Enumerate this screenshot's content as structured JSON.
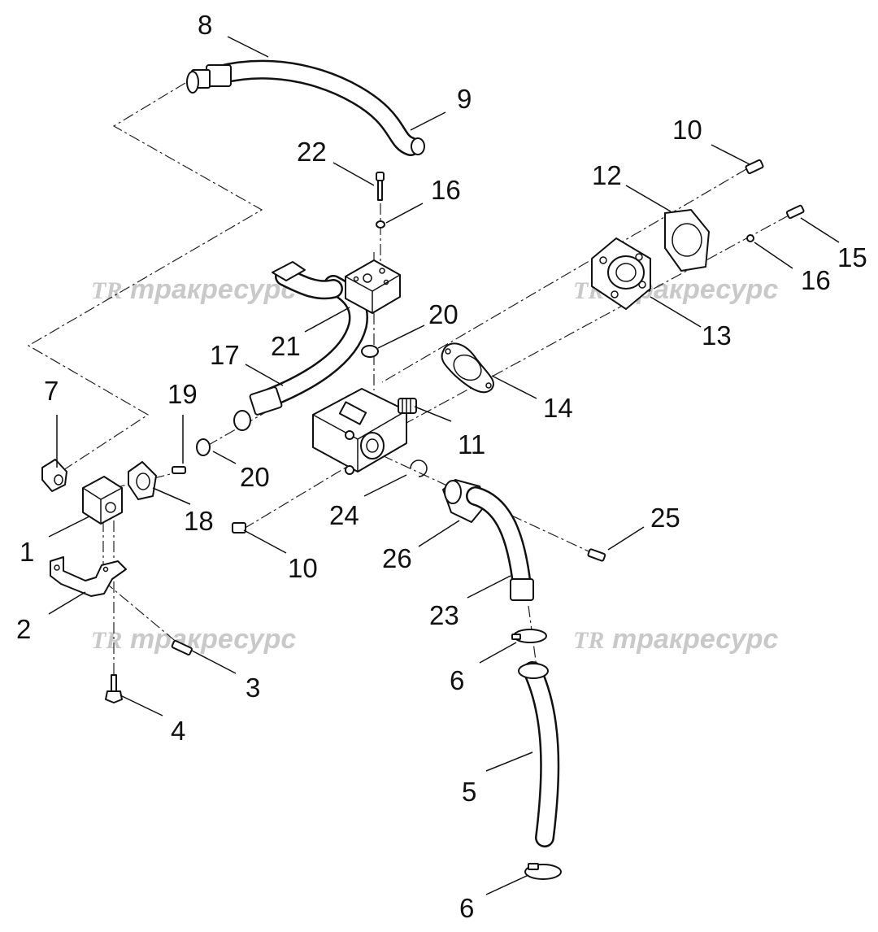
{
  "callouts": {
    "c1": "1",
    "c2": "2",
    "c3": "3",
    "c4": "4",
    "c5": "5",
    "c6a": "6",
    "c6b": "6",
    "c7": "7",
    "c8": "8",
    "c9": "9",
    "c10a": "10",
    "c10b": "10",
    "c11": "11",
    "c12": "12",
    "c13": "13",
    "c14": "14",
    "c15": "15",
    "c16a": "16",
    "c16b": "16",
    "c17": "17",
    "c18": "18",
    "c19": "19",
    "c20a": "20",
    "c20b": "20",
    "c21": "21",
    "c22": "22",
    "c23": "23",
    "c24": "24",
    "c25": "25",
    "c26": "26"
  },
  "watermark": {
    "logo": "TR",
    "text": "тракресурс"
  },
  "colors": {
    "line": "#111111",
    "watermark": "#c9c9c9",
    "background": "#ffffff"
  }
}
